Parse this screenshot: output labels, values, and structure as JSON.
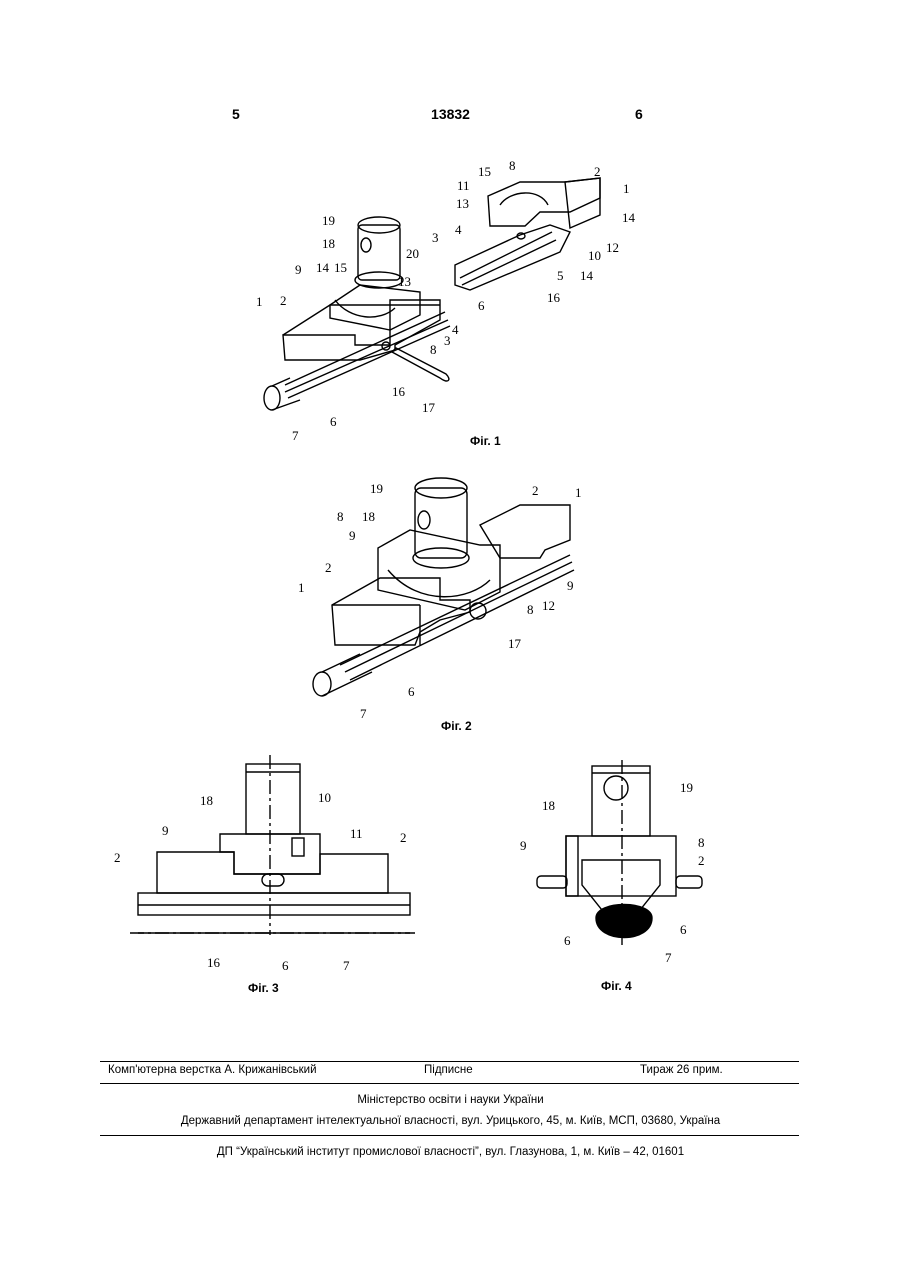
{
  "header": {
    "page_left": "5",
    "patent_number": "13832",
    "page_right": "6"
  },
  "figures": [
    {
      "caption": "Фіг. 1",
      "labels_left": [
        "19",
        "18",
        "20",
        "9",
        "14",
        "15",
        "13",
        "1",
        "2",
        "4",
        "3",
        "8",
        "16",
        "17",
        "6",
        "7"
      ],
      "labels_right": [
        "15",
        "8",
        "2",
        "1",
        "11",
        "14",
        "13",
        "12",
        "10",
        "3",
        "4",
        "5",
        "14",
        "16",
        "6"
      ]
    },
    {
      "caption": "Фіг. 2",
      "labels": [
        "19",
        "8",
        "18",
        "9",
        "2",
        "1",
        "9",
        "12",
        "8",
        "2",
        "1",
        "17",
        "6",
        "7"
      ]
    },
    {
      "caption": "Фіг. 3",
      "labels": [
        "18",
        "10",
        "9",
        "11",
        "2",
        "2",
        "16",
        "6",
        "7"
      ]
    },
    {
      "caption": "Фіг. 4",
      "labels": [
        "19",
        "18",
        "9",
        "8",
        "2",
        "6",
        "6",
        "7"
      ]
    }
  ],
  "footer": {
    "typesetting": "Комп'ютерна верстка А. Крижанівський",
    "subscription": "Підписне",
    "circulation": "Тираж 26 прим.",
    "ministry": "Міністерство освіти і науки України",
    "department": "Державний департамент інтелектуальної власності, вул. Урицького, 45, м. Київ, МСП, 03680, Україна",
    "institute": "ДП “Український інститут промислової власності”, вул. Глазунова, 1, м. Київ – 42, 01601"
  }
}
